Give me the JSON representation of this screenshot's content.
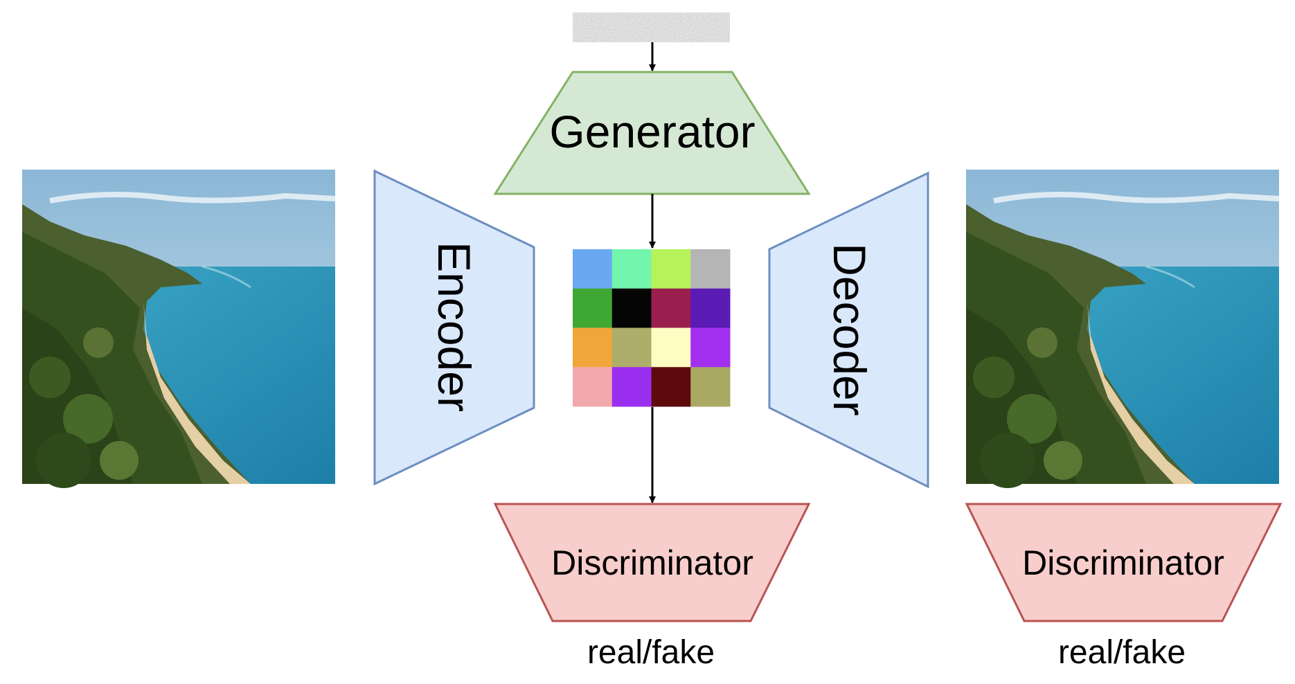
{
  "labels": {
    "generator": "Generator",
    "encoder": "Encoder",
    "decoder": "Decoder",
    "discriminator_left": "Discriminator",
    "discriminator_right": "Discriminator",
    "output_left": "real/fake",
    "output_right": "real/fake"
  },
  "colors": {
    "generator_fill": "#d5e8d4",
    "generator_stroke": "#82b366",
    "encoder_fill": "#dae8fc",
    "encoder_stroke": "#6c8ebf",
    "discriminator_fill": "#f8cecc",
    "discriminator_stroke": "#b85450",
    "arrow": "#000000"
  },
  "latent_grid_colors": [
    [
      "#6aa9f2",
      "#72f5ad",
      "#b6f35a",
      "#b5b5b5"
    ],
    [
      "#3fa833",
      "#050505",
      "#9a1f4f",
      "#5a1bb4"
    ],
    [
      "#f0a63a",
      "#aeae6a",
      "#fdfcc3",
      "#a32ff0"
    ],
    [
      "#f2a9ae",
      "#9b2ff0",
      "#5e0a0d",
      "#a9a964"
    ]
  ],
  "icons": {
    "noise": "noise-image",
    "input_image": "coastline-photo",
    "output_image": "coastline-photo"
  }
}
